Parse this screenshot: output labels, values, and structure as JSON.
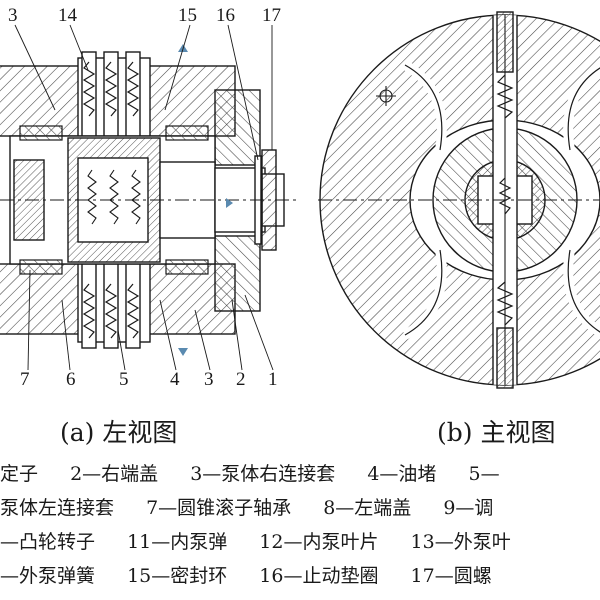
{
  "diagram": {
    "left_view": {
      "caption": "(a) 左视图",
      "top_numbers": [
        "3",
        "14",
        "15",
        "16",
        "17"
      ],
      "bottom_numbers": [
        "7",
        "6",
        "5",
        "4",
        "3",
        "2",
        "1"
      ]
    },
    "right_view": {
      "caption": "(b) 主视图"
    },
    "legend": [
      [
        "定子",
        "2—右端盖",
        "3—泵体右连接套",
        "4—油堵",
        "5—"
      ],
      [
        "泵体左连接套",
        "7—圆锥滚子轴承",
        "8—左端盖",
        "9—调"
      ],
      [
        "—凸轮转子",
        "11—内泵弹",
        "12—内泵叶片",
        "13—外泵叶"
      ],
      [
        "—外泵弹簧",
        "15—密封环",
        "16—止动垫圈",
        "17—圆螺"
      ]
    ],
    "colors": {
      "ink": "#1a1a1a",
      "hatch": "#444444",
      "accent": "#5a8ab0",
      "paper": "#ffffff"
    }
  }
}
